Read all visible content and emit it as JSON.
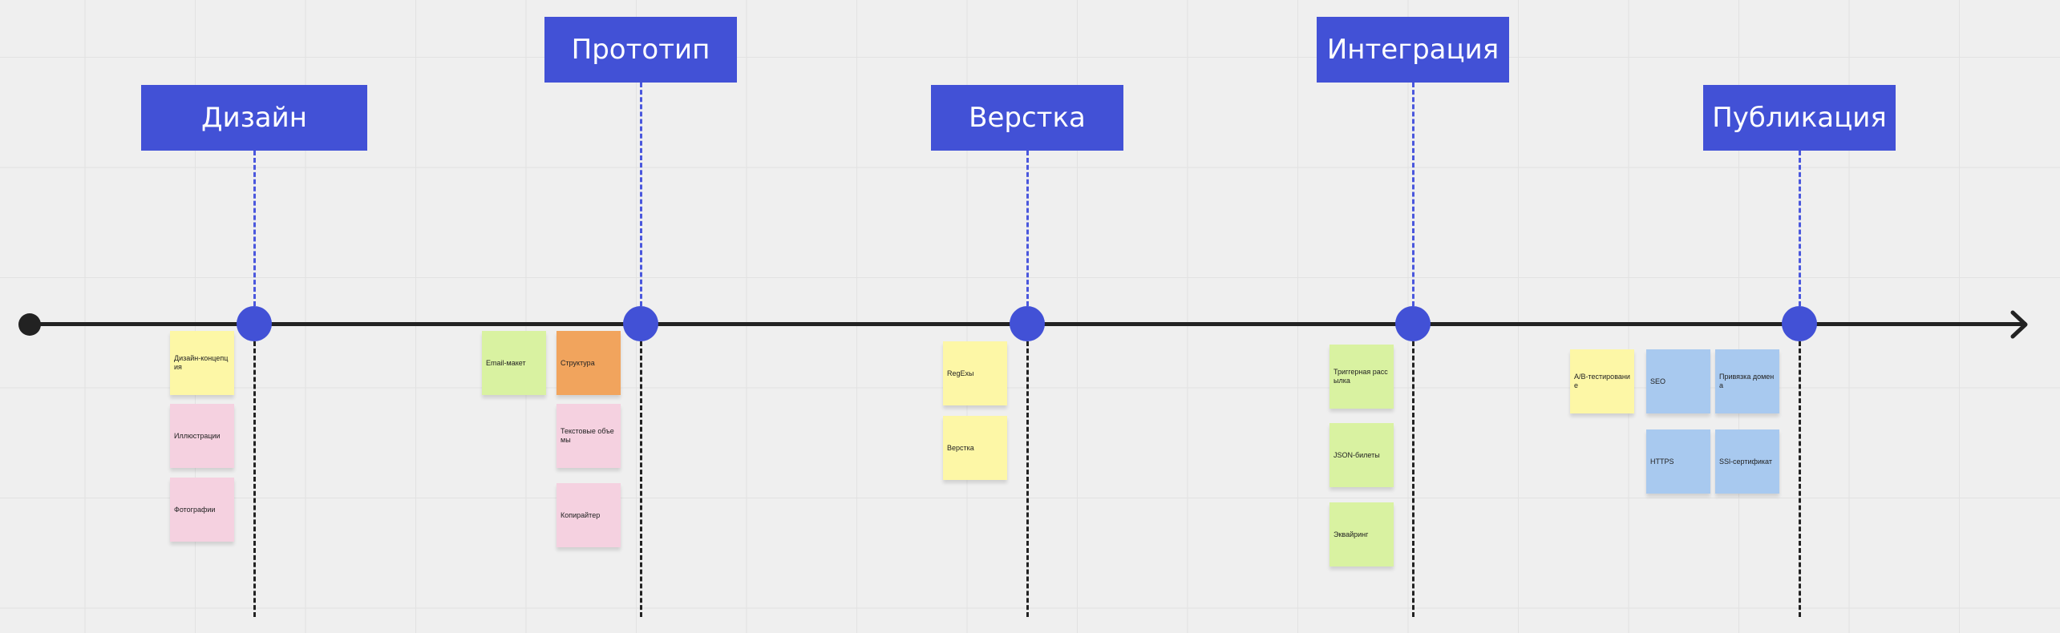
{
  "colors": {
    "milestone": "#4251d6",
    "timeline": "#222222",
    "sticky_yellow": "#fdf7a6",
    "sticky_pink": "#f5d1e0",
    "sticky_green": "#d9f2a1",
    "sticky_orange": "#f1a45d",
    "sticky_blue": "#a8c9ef"
  },
  "phases": {
    "design": "Дизайн",
    "prototype": "Прототип",
    "layout": "Верстка",
    "integration": "Интеграция",
    "publication": "Публикация"
  },
  "notes": {
    "design_concept": "Дизайн-концепция",
    "illustrations": "Иллюстрации",
    "photos": "Фотографии",
    "email_mockup": "Email-макет",
    "structure": "Структура",
    "text_volumes": "Текстовые объемы",
    "copywriter": "Копирайтер",
    "regexes": "RegExы",
    "markup": "Верстка",
    "trigger_mailing": "Триггерная рассылка",
    "json_tickets": "JSON-билеты",
    "acquiring": "Эквайринг",
    "ab_testing": "A/B-тестирование",
    "seo": "SEO",
    "domain_binding": "Привязка домена",
    "https": "HTTPS",
    "ssl": "SSl-сертификат"
  }
}
